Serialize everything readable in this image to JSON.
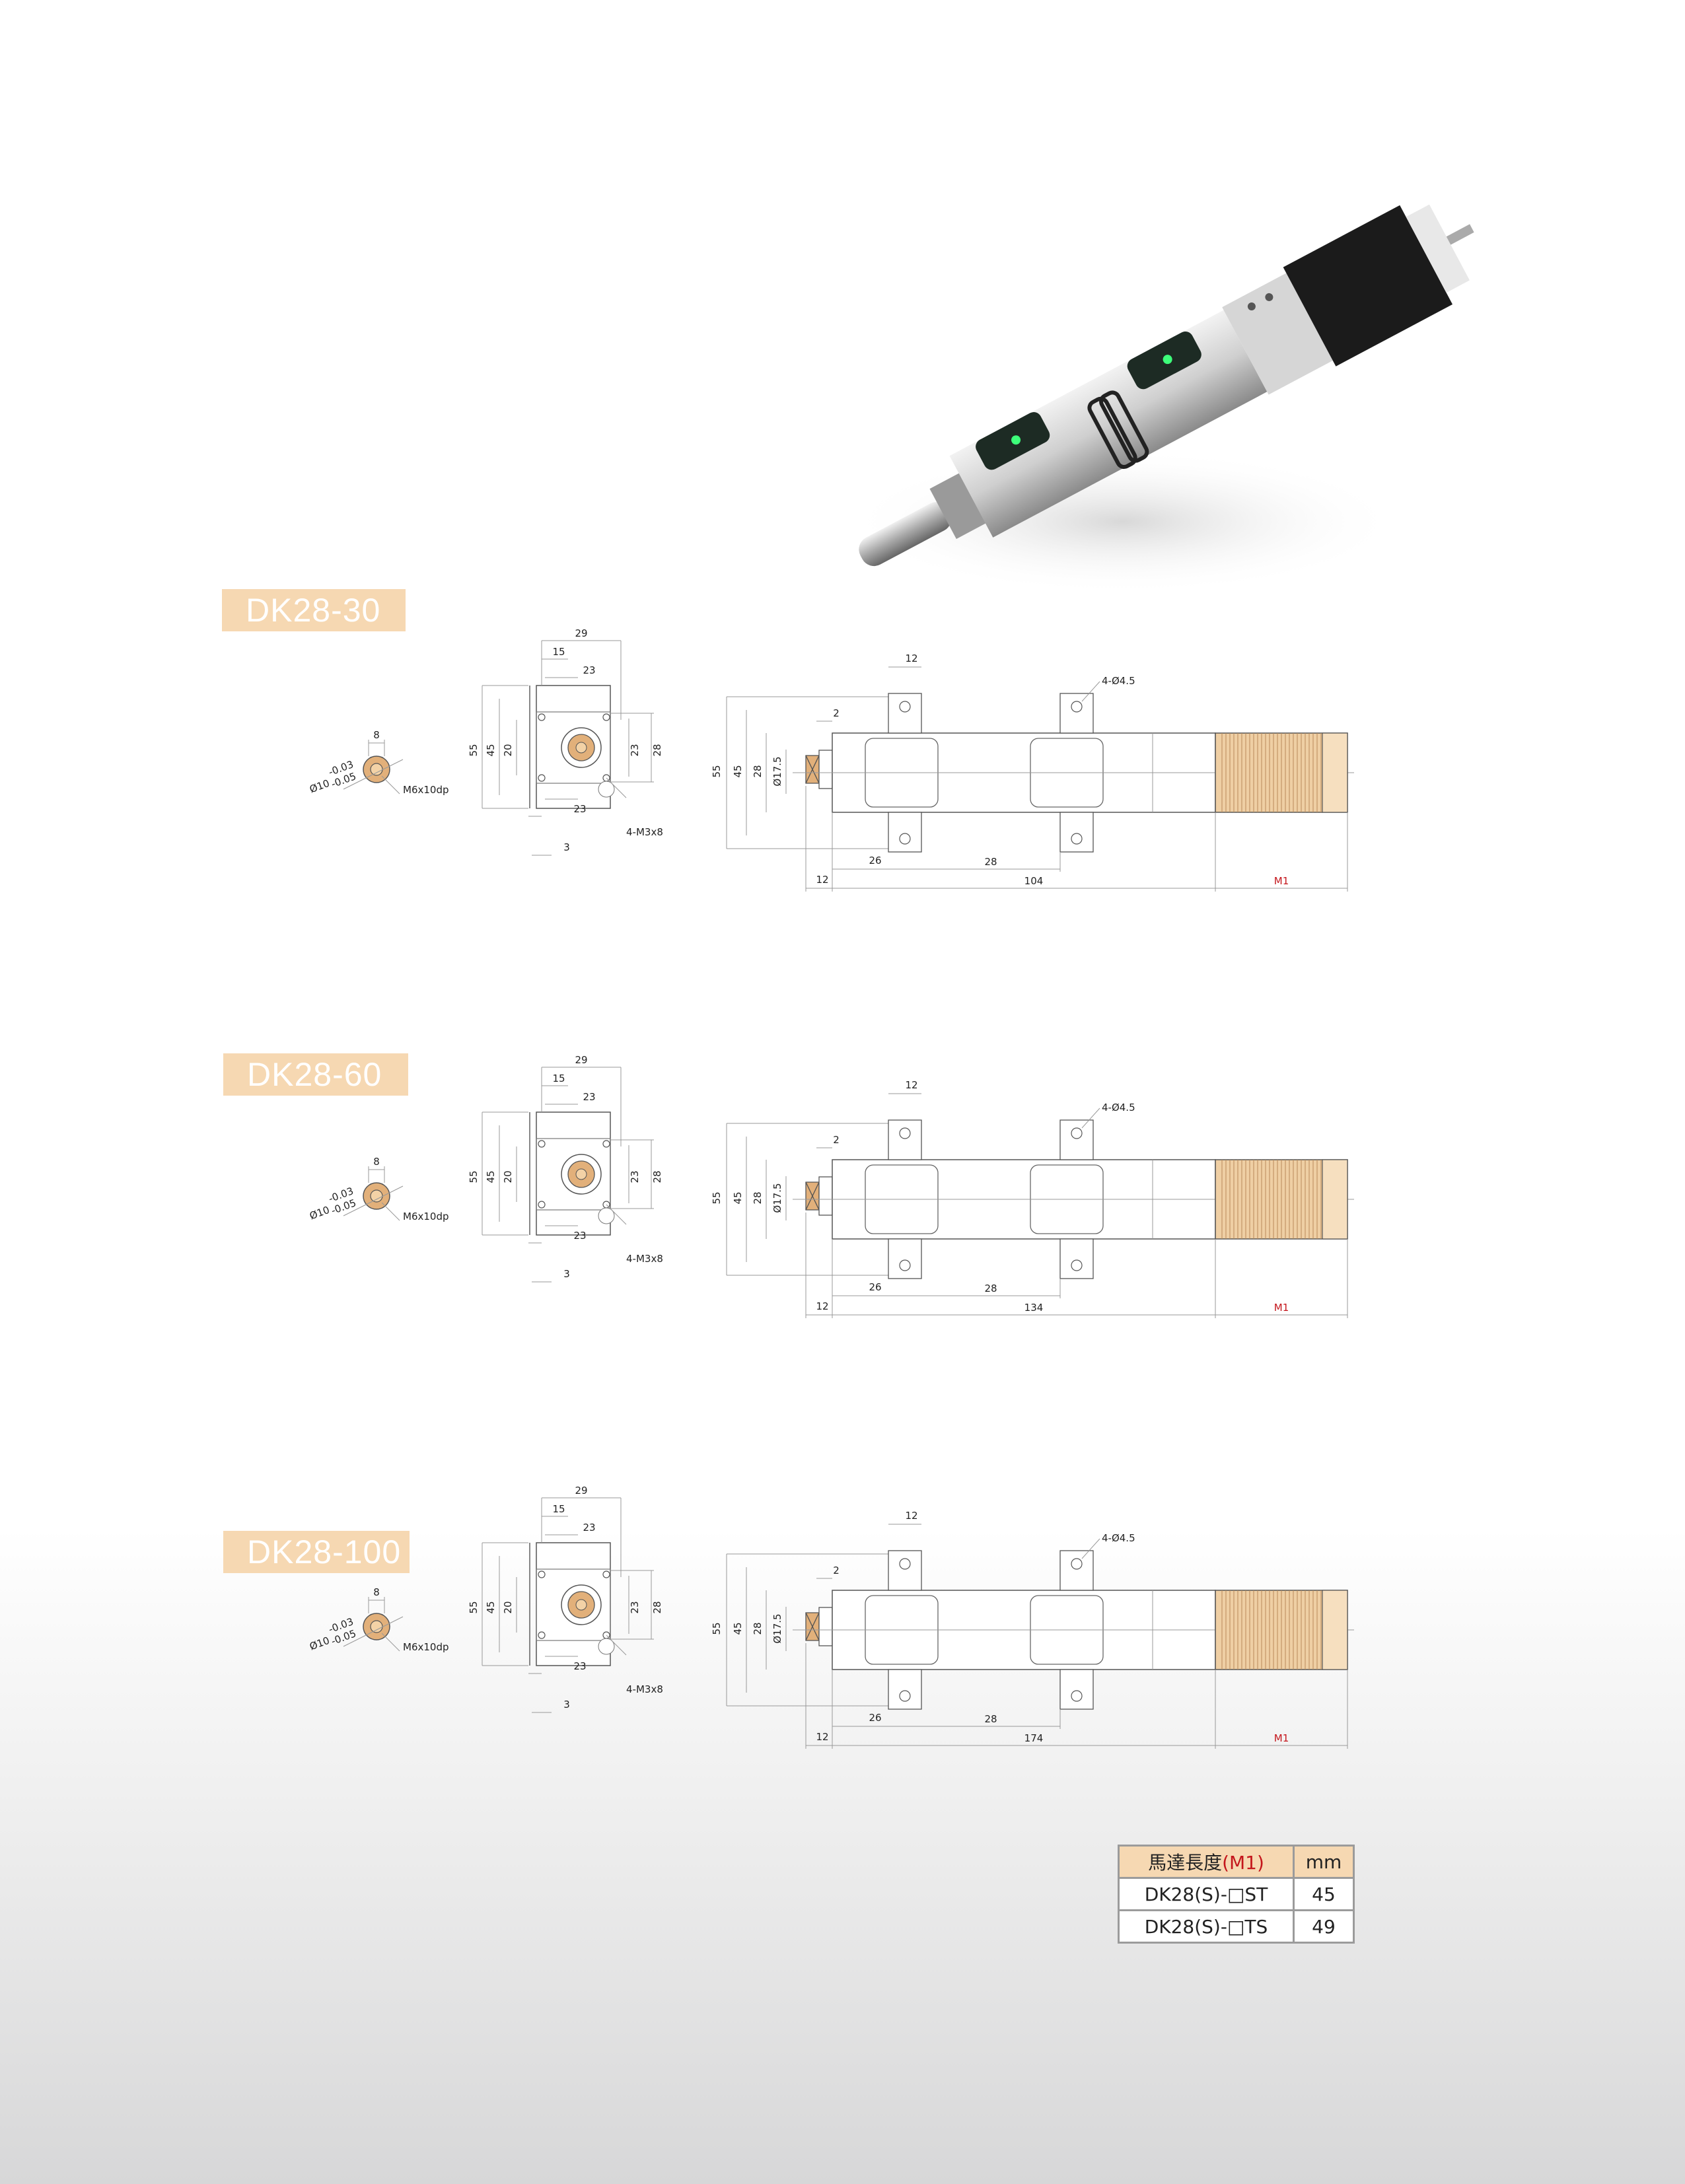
{
  "models": [
    {
      "label": "DK28-30",
      "stroke_length": "104"
    },
    {
      "label": "DK28-60",
      "stroke_length": "134"
    },
    {
      "label": "DK28-100",
      "stroke_length": "174"
    }
  ],
  "dims": {
    "rod_width": "8",
    "rod_dia": "Ø10",
    "tol_upper": "-0.03",
    "tol_lower": "-0.05",
    "rod_thread": "M6x10dp",
    "front_w": "29",
    "front_15": "15",
    "front_23": "23",
    "front_h55": "55",
    "front_h45": "45",
    "front_h20": "20",
    "front_28": "28",
    "front_3": "3",
    "front_screw": "4-M3x8",
    "side_12": "12",
    "side_hole": "4-Ø4.5",
    "side_2": "2",
    "side_55": "55",
    "side_45": "45",
    "side_28": "28",
    "side_dia": "Ø17.5",
    "side_26": "26",
    "side_28b": "28",
    "side_12b": "12",
    "motor": "M1"
  },
  "table": {
    "header_prefix": "馬達長度",
    "header_m1": "(M1)",
    "unit": "mm",
    "rows": [
      {
        "model": "DK28(S)-□ST",
        "value": "45"
      },
      {
        "model": "DK28(S)-□TS",
        "value": "49"
      }
    ]
  },
  "colors": {
    "label_bg": "#f6d8b2",
    "accent_red": "#c4161c",
    "copper": "#e2b07a"
  }
}
